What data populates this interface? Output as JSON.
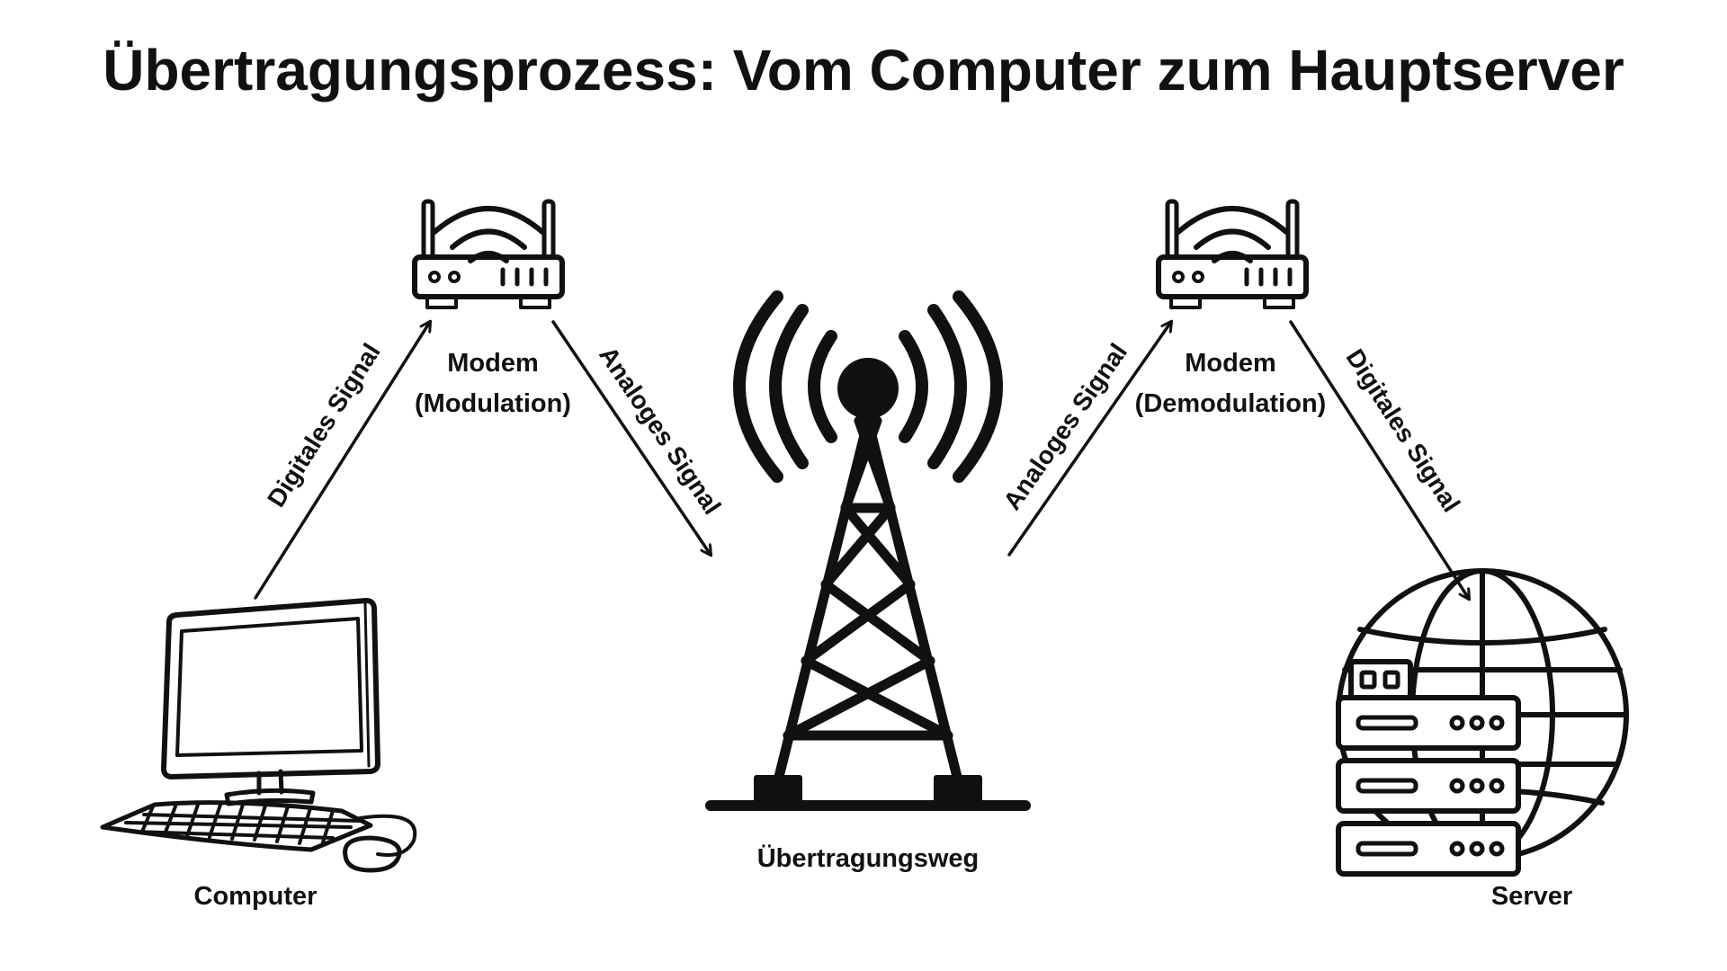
{
  "title": "Übertragungsprozess: Vom Computer zum Hauptserver",
  "nodes": {
    "computer": {
      "label": "Computer",
      "icon": "computer-icon"
    },
    "modem_left": {
      "label": "Modem",
      "sublabel": "(Modulation)",
      "icon": "router-icon"
    },
    "tower": {
      "label": "Übertragungsweg",
      "icon": "radio-tower-icon"
    },
    "modem_right": {
      "label": "Modem",
      "sublabel": "(Demodulation)",
      "icon": "router-icon"
    },
    "server": {
      "label": "Server",
      "icon": "server-globe-icon"
    }
  },
  "edges": [
    {
      "from": "computer",
      "to": "modem_left",
      "label": "Digitales Signal"
    },
    {
      "from": "modem_left",
      "to": "tower",
      "label": "Analoges Signal"
    },
    {
      "from": "tower",
      "to": "modem_right",
      "label": "Analoges Signal"
    },
    {
      "from": "modem_right",
      "to": "server",
      "label": "Digitales Signal"
    }
  ],
  "colors": {
    "ink": "#111111",
    "background": "#ffffff"
  }
}
